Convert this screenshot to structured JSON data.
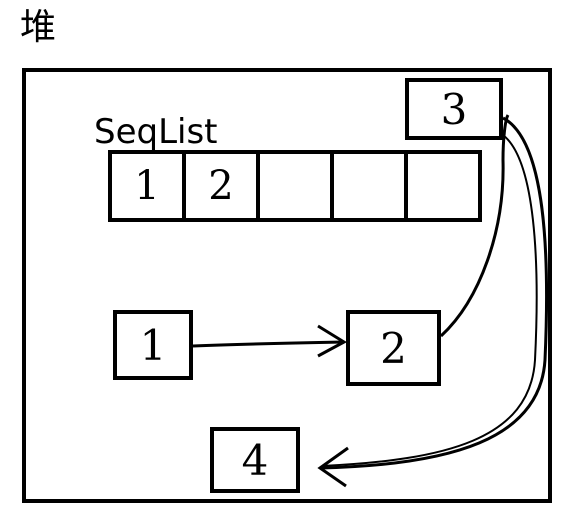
{
  "heap": {
    "title": "堆"
  },
  "seqlist": {
    "label": "SeqList",
    "cells": [
      "1",
      "2",
      "",
      "",
      ""
    ]
  },
  "nodes": {
    "n1": "1",
    "n2": "2",
    "n3": "3",
    "n4": "4"
  }
}
